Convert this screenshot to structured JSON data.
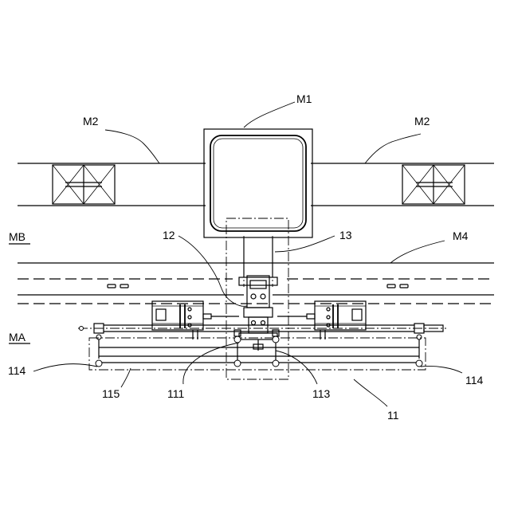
{
  "labels": {
    "m1": "M1",
    "m2_left": "M2",
    "m2_right": "M2",
    "mb": "MB",
    "ma": "MA",
    "m4": "M4",
    "l12": "12",
    "l13": "13",
    "l114_left": "114",
    "l114_right": "114",
    "l115": "115",
    "l111": "111",
    "l113": "113",
    "l11": "11"
  }
}
